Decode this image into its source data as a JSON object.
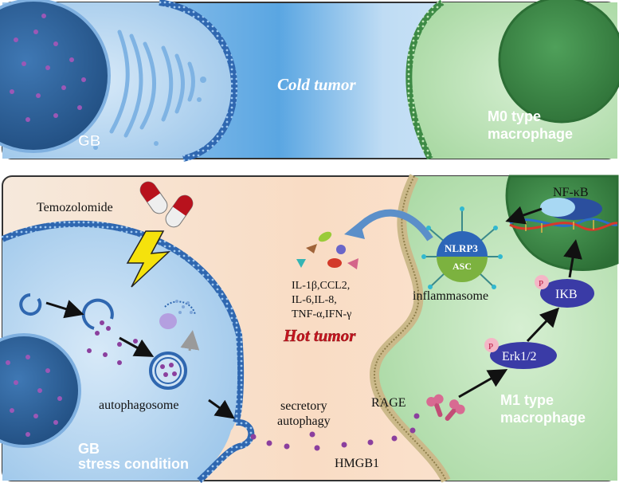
{
  "top_panel": {
    "tumor_state": "Cold tumor",
    "gb_label": "GB",
    "macrophage_line1": "M0 type",
    "macrophage_line2": "macrophage"
  },
  "bottom_panel": {
    "drug": "Temozolomide",
    "autophagosome": "autophagosome",
    "gb_line1": "GB",
    "gb_line2": "stress condition",
    "secretory_line1": "secretory",
    "secretory_line2": "autophagy",
    "hmgb1": "HMGB1",
    "rage": "RAGE",
    "tumor_state": "Hot tumor",
    "cytokines": [
      "IL-1β,CCL2,",
      "IL-6,IL-8,",
      "TNF-α,IFN-γ"
    ],
    "inflammasome": "inflammasome",
    "nlrp3": "NLRP3",
    "asc": "ASC",
    "phospho": "P",
    "erk": "Erk1/2",
    "ikb": "IKB",
    "nfkb": "NF-κB",
    "macrophage_line1": "M1 type",
    "macrophage_line2": "macrophage"
  },
  "colors": {
    "panel_border": "#333333",
    "cold_tumor_text": "#ffffff",
    "hot_tumor_text": "#c8141e",
    "gb_cell": "#a9cfee",
    "gb_nucleus": "#2f5f95",
    "macrophage_cell": "#b9e0b4",
    "macrophage_nucleus": "#3e8e49",
    "vesicle_dot": "#8b3f9e",
    "signal_node": "#3a3ba6",
    "phospho_badge": "#f4b6c6"
  }
}
